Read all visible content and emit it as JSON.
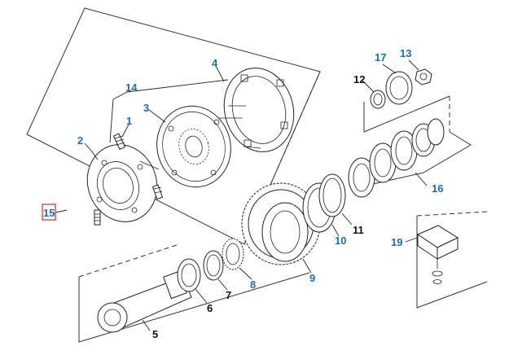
{
  "diagram": {
    "labels": {
      "p1": "1",
      "p2": "2",
      "p3": "3",
      "p4": "4",
      "p5": "5",
      "p6": "6",
      "p7": "7",
      "p8": "8",
      "p9": "9",
      "p10": "10",
      "p11": "11",
      "p12": "12",
      "p13": "13",
      "p14": "14",
      "p15": "15",
      "p16": "16",
      "p17": "17",
      "p19": "19"
    },
    "colors": {
      "label_blue": "#1b6fa8",
      "label_black": "#111111",
      "highlight": "#d9534f"
    }
  }
}
